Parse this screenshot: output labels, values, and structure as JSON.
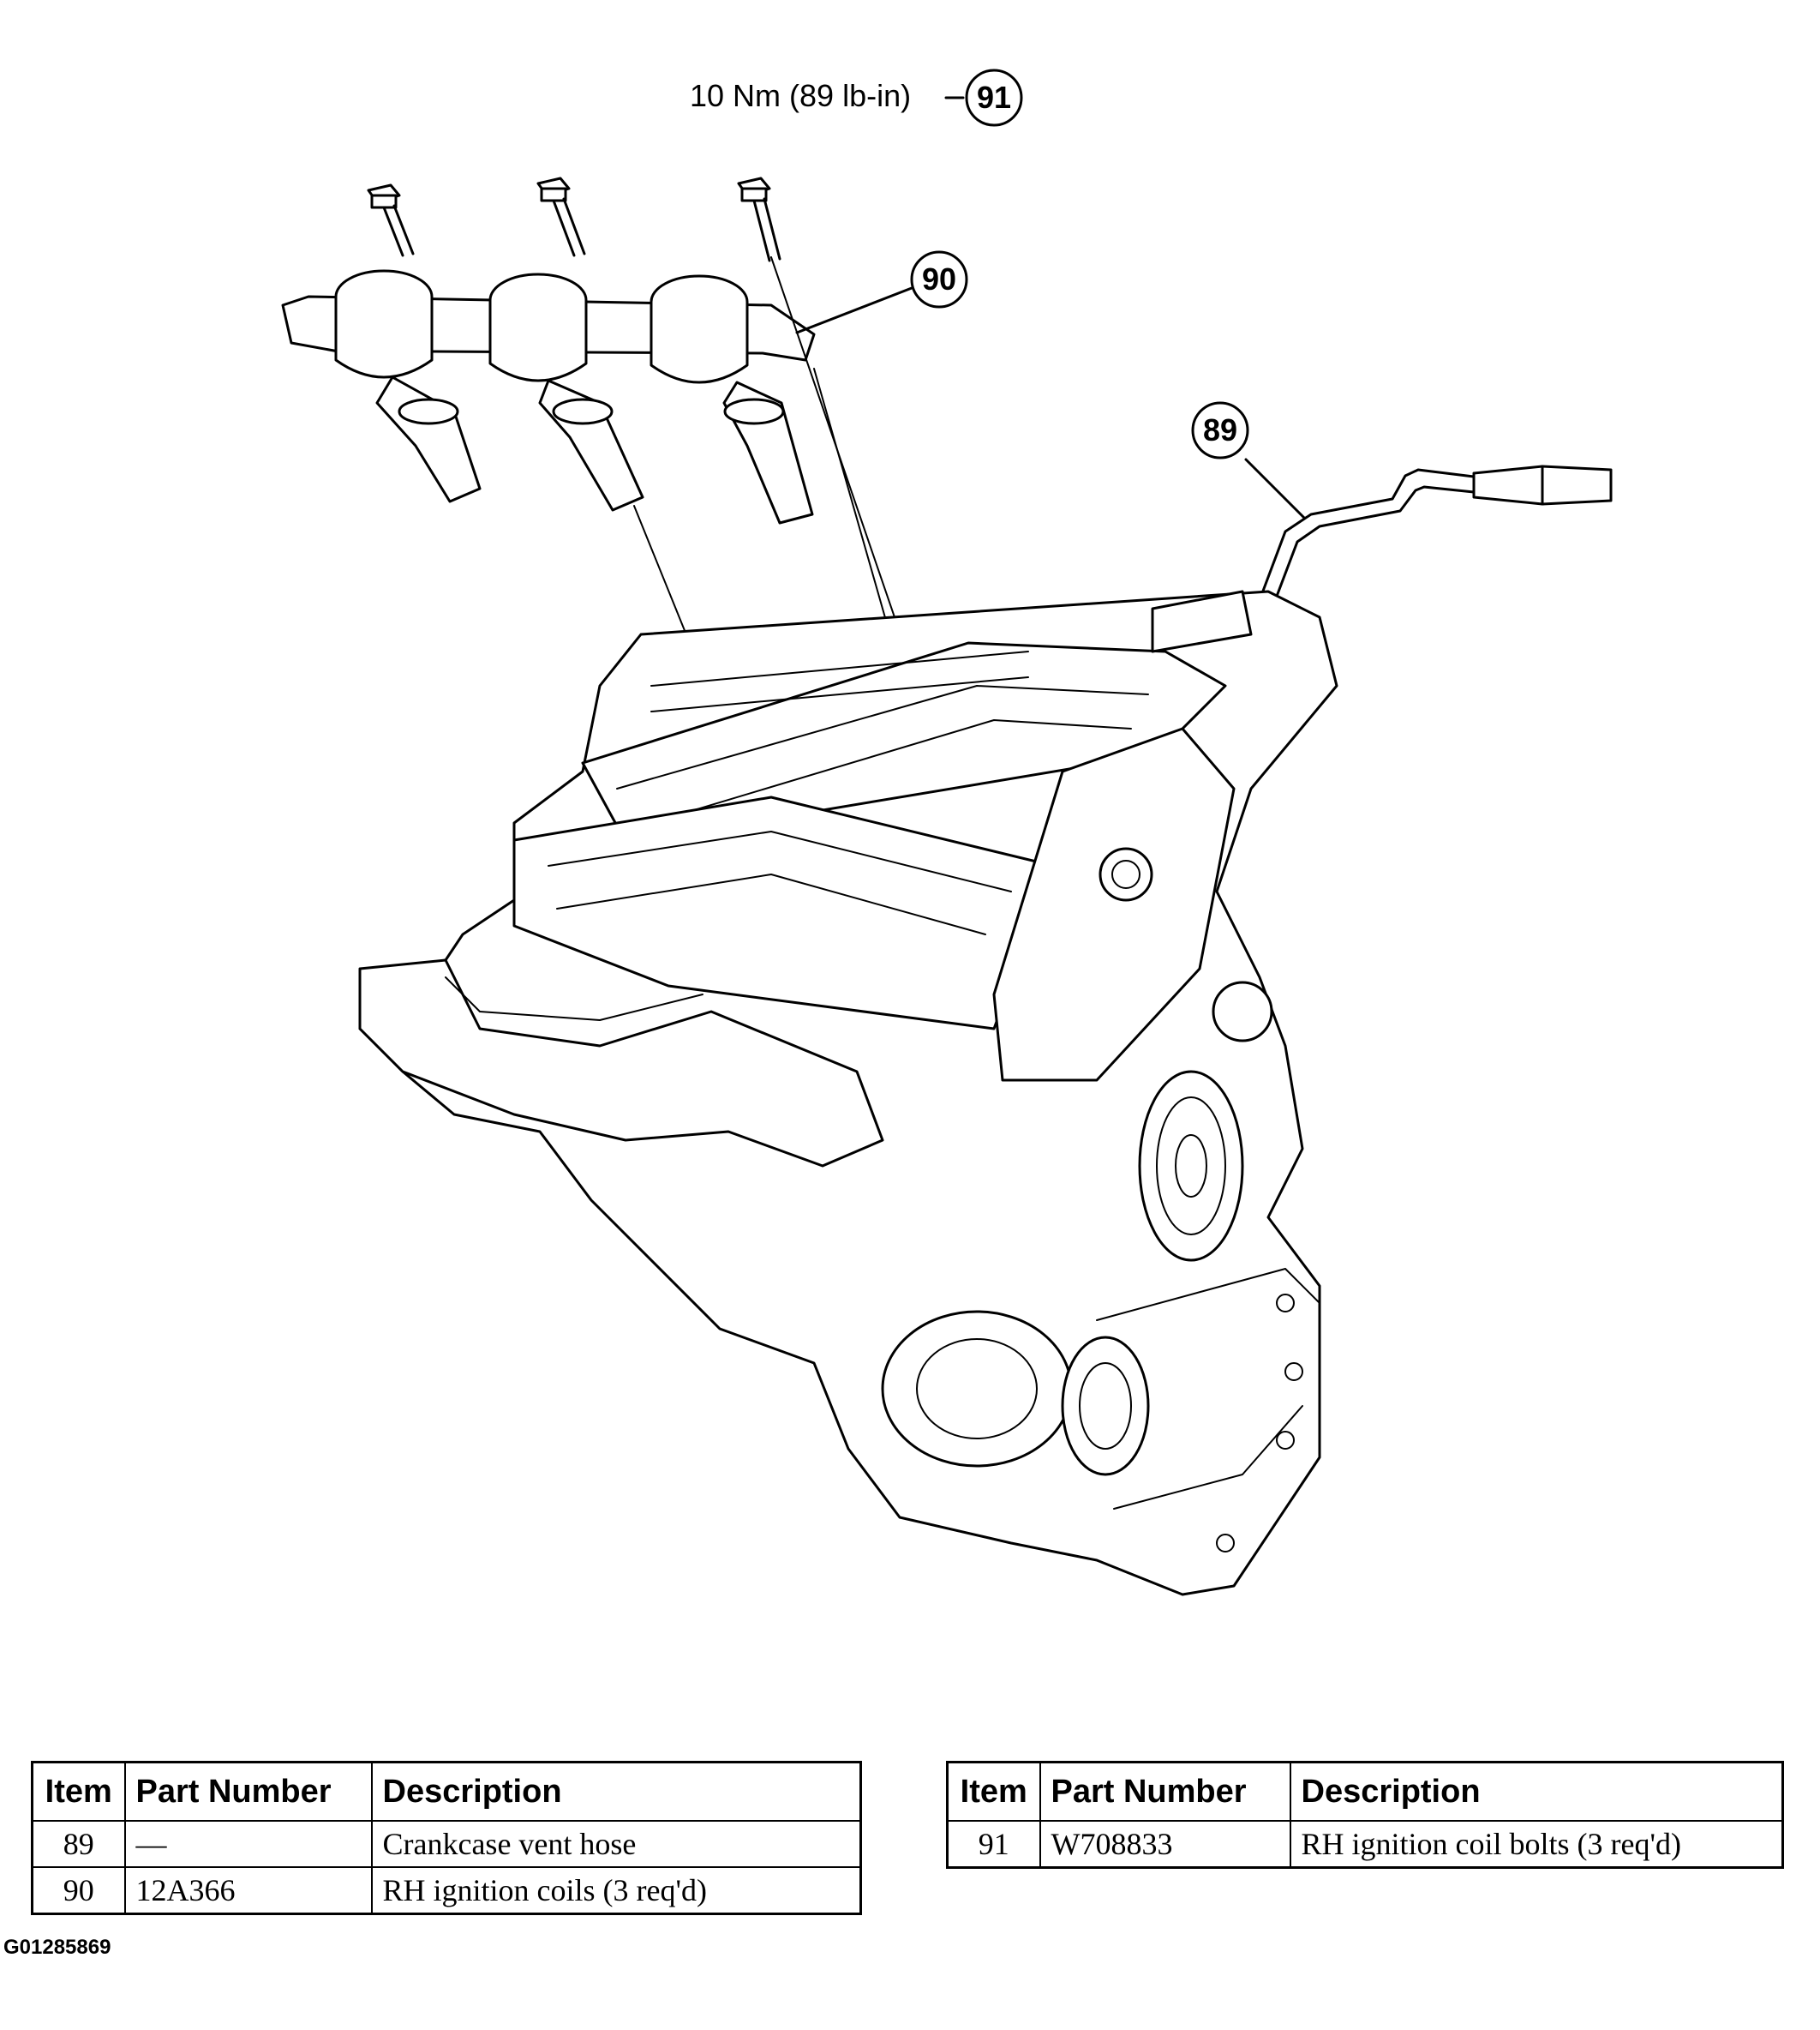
{
  "callouts": {
    "torque": "10 Nm (89 lb-in)",
    "c91": "91",
    "c90": "90",
    "c89": "89"
  },
  "tables": {
    "headers": {
      "item": "Item",
      "part_number": "Part Number",
      "description": "Description"
    },
    "left": {
      "rows": [
        {
          "item": "89",
          "part_number": "—",
          "description": "Crankcase vent hose"
        },
        {
          "item": "90",
          "part_number": "12A366",
          "description": "RH ignition coils (3 req'd)"
        }
      ]
    },
    "right": {
      "rows": [
        {
          "item": "91",
          "part_number": "W708833",
          "description": "RH ignition coil bolts (3 req'd)"
        }
      ]
    }
  },
  "figure_code": "G01285869"
}
